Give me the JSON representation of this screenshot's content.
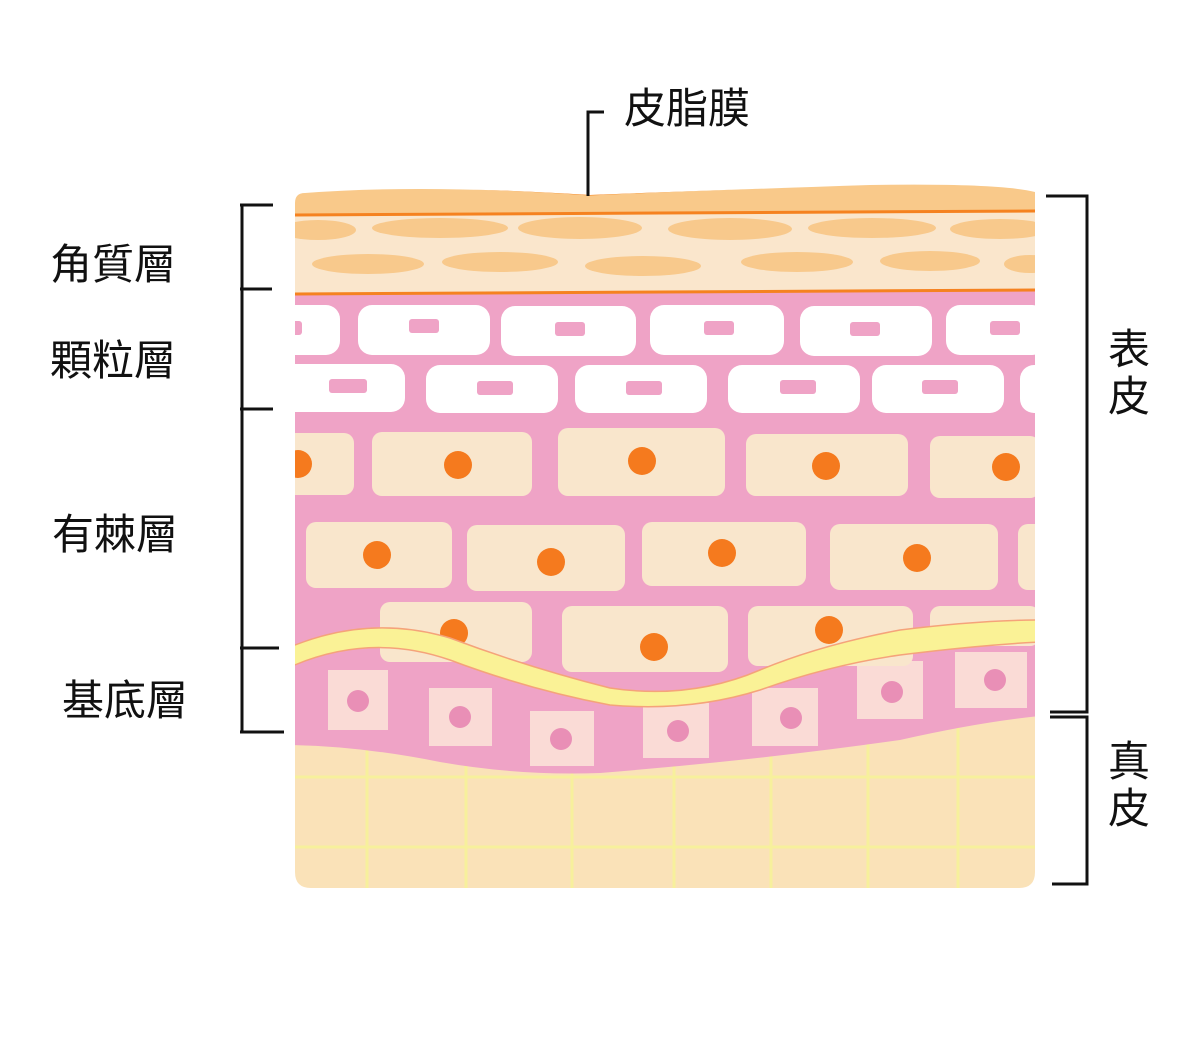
{
  "labels": {
    "sebum_film": "皮脂膜",
    "stratum_corneum": "角質層",
    "stratum_granulosum": "顆粒層",
    "stratum_spinosum": "有棘層",
    "stratum_basale": "基底層",
    "epidermis": [
      "表",
      "皮"
    ],
    "dermis": [
      "真",
      "皮"
    ]
  },
  "colors": {
    "sebum": "#F9C98A",
    "sebum_line": "#F58220",
    "corneum": "#FAE6CC",
    "corneum_cell": "#F8C98C",
    "tissue_pink": "#EFA3C6",
    "granular_cell": "#FFFFFF",
    "spinous_cell": "#F9E6CC",
    "nucleus": "#F57A1E",
    "basement_membrane": "#FAF296",
    "basal_cell": "#FADBD6",
    "basal_nucleus": "#E98FB6",
    "dermis": "#FAE2B8",
    "dermis_grid": "#F7F09C",
    "bracket": "#111111"
  }
}
